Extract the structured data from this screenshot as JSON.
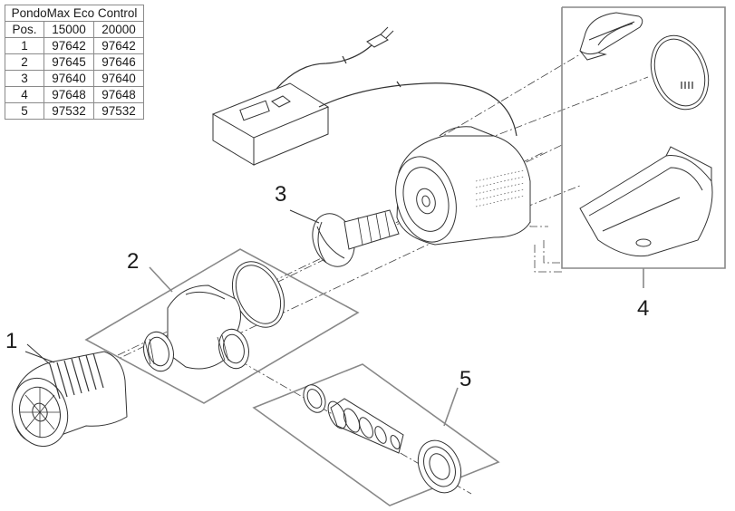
{
  "table": {
    "title": "PondoMax Eco Control",
    "headers": [
      "Pos.",
      "15000",
      "20000"
    ],
    "rows": [
      [
        "1",
        "97642",
        "97642"
      ],
      [
        "2",
        "97645",
        "97646"
      ],
      [
        "3",
        "97640",
        "97640"
      ],
      [
        "4",
        "97648",
        "97648"
      ],
      [
        "5",
        "97532",
        "97532"
      ]
    ]
  },
  "callouts": {
    "p1": "1",
    "p2": "2",
    "p3": "3",
    "p4": "4",
    "p5": "5"
  }
}
